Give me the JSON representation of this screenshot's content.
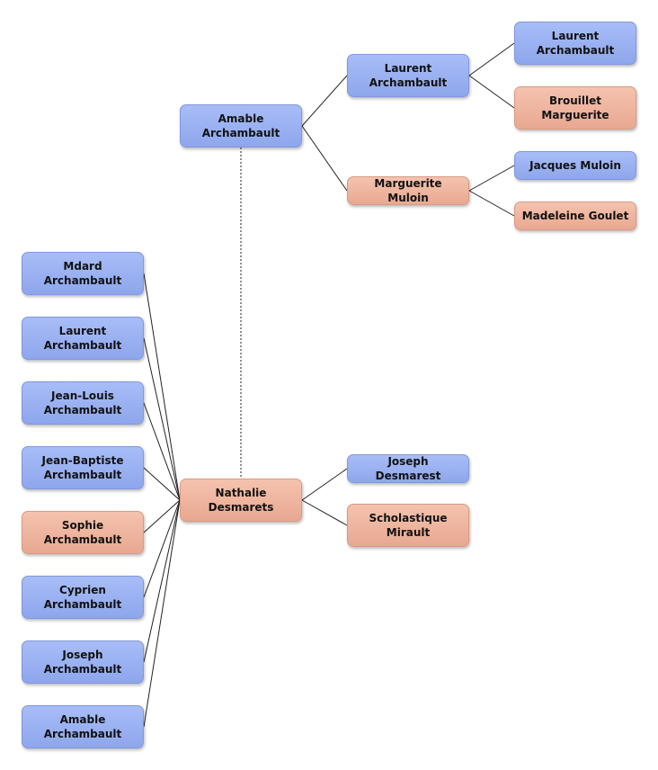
{
  "diagram": {
    "colors": {
      "male": "#98aeef",
      "female": "#eeb49e",
      "line": "#222222"
    },
    "nodes": {
      "amable": {
        "label": "Amable\nArchambault",
        "sex": "male"
      },
      "laurent_sr": {
        "label": "Laurent\nArchambault",
        "sex": "male"
      },
      "marguerite_muloin": {
        "label": "Marguerite Muloin",
        "sex": "female"
      },
      "laurent_gp": {
        "label": "Laurent\nArchambault",
        "sex": "male"
      },
      "brouillet": {
        "label": "Brouillet\nMarguerite",
        "sex": "female"
      },
      "jacques_muloin": {
        "label": "Jacques Muloin",
        "sex": "male"
      },
      "madeleine_goulet": {
        "label": "Madeleine Goulet",
        "sex": "female"
      },
      "nathalie": {
        "label": "Nathalie\nDesmarets",
        "sex": "female"
      },
      "joseph_desmarest": {
        "label": "Joseph Desmarest",
        "sex": "male"
      },
      "scholastique": {
        "label": "Scholastique\nMirault",
        "sex": "female"
      }
    },
    "children": [
      {
        "label": "Mdard\nArchambault",
        "sex": "male"
      },
      {
        "label": "Laurent\nArchambault",
        "sex": "male"
      },
      {
        "label": "Jean-Louis\nArchambault",
        "sex": "male"
      },
      {
        "label": "Jean-Baptiste\nArchambault",
        "sex": "male"
      },
      {
        "label": "Sophie\nArchambault",
        "sex": "female"
      },
      {
        "label": "Cyprien\nArchambault",
        "sex": "male"
      },
      {
        "label": "Joseph\nArchambault",
        "sex": "male"
      },
      {
        "label": "Amable\nArchambault",
        "sex": "male"
      }
    ]
  }
}
